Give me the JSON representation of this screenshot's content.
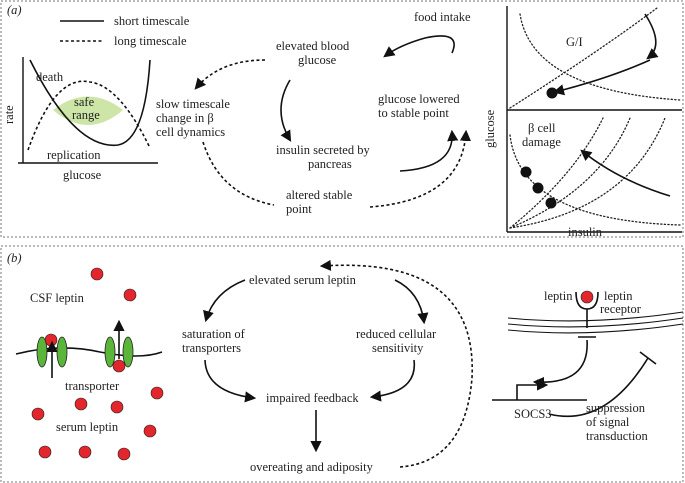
{
  "panel_a": {
    "letter": "(a)",
    "legend": {
      "short": "short timescale",
      "long": "long timescale"
    },
    "rate_plot": {
      "ylabel": "rate",
      "xlabel": "glucose",
      "death": "death",
      "safe_1": "safe",
      "safe_2": "range",
      "replication": "replication"
    },
    "cycle": {
      "food_intake": "food intake",
      "elevated_1": "elevated blood",
      "elevated_2": "glucose",
      "slow_1": "slow timescale",
      "slow_2": "change in β",
      "slow_3": "cell dynamics",
      "insulin_1": "insulin secreted by",
      "insulin_2": "pancreas",
      "lowered_1": "glucose lowered",
      "lowered_2": "to stable point",
      "altered_1": "altered stable",
      "altered_2": "point"
    },
    "phase_plots": {
      "top_label": "G/I",
      "bottom_label_1": "β cell",
      "bottom_label_2": "damage",
      "ylabel": "glucose",
      "xlabel": "insulin"
    }
  },
  "panel_b": {
    "letter": "(b)",
    "csf_leptin": "CSF leptin",
    "transporter": "transporter",
    "serum_leptin": "serum leptin",
    "flow": {
      "elevated": "elevated serum leptin",
      "saturation_1": "saturation of",
      "saturation_2": "transporters",
      "reduced_1": "reduced cellular",
      "reduced_2": "sensitivity",
      "impaired": "impaired feedback",
      "overeating": "overeating and adiposity"
    },
    "signaling": {
      "leptin": "leptin",
      "receptor_1": "leptin",
      "receptor_2": "receptor",
      "socs3": "SOCS3",
      "suppression_1": "suppression",
      "suppression_2": "of signal",
      "suppression_3": "transduction"
    }
  },
  "colors": {
    "safe_range_fill": "#cde5a7",
    "leptin_dot": "#e3262b",
    "transporter": "#5cb53b"
  }
}
